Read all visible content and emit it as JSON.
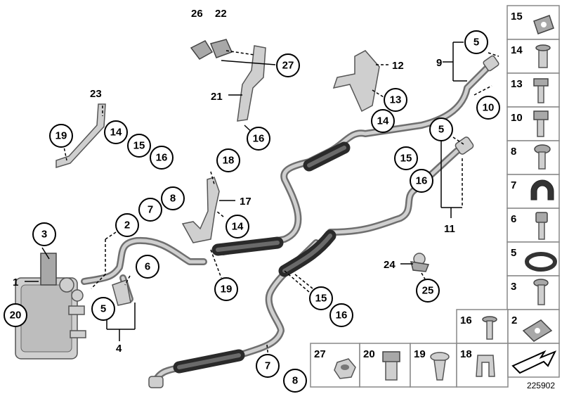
{
  "callouts": [
    {
      "label": "26"
    },
    {
      "label": "22"
    },
    {
      "label": "27"
    },
    {
      "label": "21"
    },
    {
      "label": "16"
    },
    {
      "label": "23"
    },
    {
      "label": "19"
    },
    {
      "label": "14"
    },
    {
      "label": "15"
    },
    {
      "label": "16"
    },
    {
      "label": "12"
    },
    {
      "label": "13"
    },
    {
      "label": "14"
    },
    {
      "label": "15"
    },
    {
      "label": "9"
    },
    {
      "label": "5"
    },
    {
      "label": "10"
    },
    {
      "label": "5"
    },
    {
      "label": "16"
    },
    {
      "label": "11"
    },
    {
      "label": "18"
    },
    {
      "label": "17"
    },
    {
      "label": "14"
    },
    {
      "label": "19"
    },
    {
      "label": "2"
    },
    {
      "label": "7"
    },
    {
      "label": "8"
    },
    {
      "label": "3"
    },
    {
      "label": "1"
    },
    {
      "label": "20"
    },
    {
      "label": "6"
    },
    {
      "label": "5"
    },
    {
      "label": "4"
    },
    {
      "label": "15"
    },
    {
      "label": "16"
    },
    {
      "label": "24"
    },
    {
      "label": "25"
    },
    {
      "label": "7"
    },
    {
      "label": "8"
    }
  ],
  "legend_right": [
    {
      "label": "15",
      "icon": "clip-nut-icon"
    },
    {
      "label": "14",
      "icon": "spacer-sleeve-icon"
    },
    {
      "label": "13",
      "icon": "flange-bolt-icon"
    },
    {
      "label": "10",
      "icon": "hex-bolt-icon"
    },
    {
      "label": "8",
      "icon": "button-head-screw-icon"
    },
    {
      "label": "7",
      "icon": "rubber-clamp-icon"
    },
    {
      "label": "6",
      "icon": "socket-cap-screw-icon"
    },
    {
      "label": "5",
      "icon": "o-ring-icon"
    },
    {
      "label": "3",
      "icon": "torx-screw-icon"
    }
  ],
  "legend_bottom": [
    {
      "label": "16",
      "icon": "collar-screw-icon"
    },
    {
      "label": "2",
      "icon": "clip-nut-icon"
    },
    {
      "label": "27",
      "icon": "hex-nut-icon"
    },
    {
      "label": "20",
      "icon": "quick-coupling-icon"
    },
    {
      "label": "19",
      "icon": "expanding-rivet-icon"
    },
    {
      "label": "18",
      "icon": "cable-clip-icon"
    },
    {
      "label": "",
      "icon": "mounting-kit-arrow-icon"
    }
  ],
  "footer": {
    "diagram_number": "225902"
  }
}
